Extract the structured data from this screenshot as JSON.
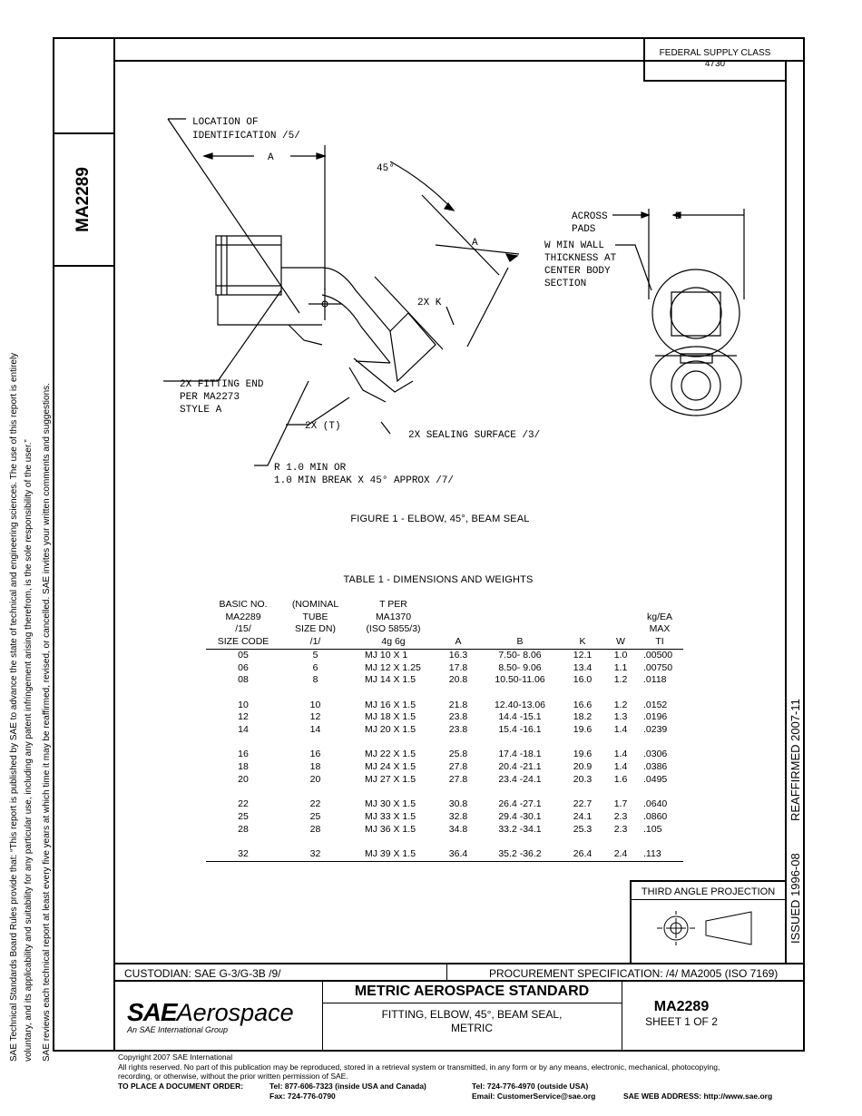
{
  "header": {
    "federal_supply_class": "FEDERAL SUPPLY CLASS",
    "fsc_number": "4730",
    "doc_number_side": "MA2289"
  },
  "disclaimer": {
    "line1": "SAE Technical Standards Board Rules provide that: “This report is published by SAE to advance the state of technical and engineering sciences. The use of this report is entirely",
    "line2": "voluntary, and its applicability and suitability for any particular use, including any patent infringement arising therefrom, is the sole responsibility of the user.”",
    "line3": "SAE reviews each technical report at least every five years at which time it may be reaffirmed, revised, or cancelled. SAE invites your written comments and suggestions."
  },
  "right_margin": {
    "issued": "ISSUED 1996-08",
    "reaffirmed": "REAFFIRMED 2007-11"
  },
  "figure": {
    "caption": "FIGURE 1 - ELBOW, 45°, BEAM SEAL",
    "callouts": {
      "location_1": "LOCATION OF",
      "location_2": "IDENTIFICATION /5/",
      "dim_a": "A",
      "angle": "45°",
      "dim_a2": "A",
      "two_x_k": "2X K",
      "across_1": "ACROSS",
      "across_2": "PADS",
      "dim_b": "B",
      "wall_1": "W MIN WALL",
      "wall_2": "THICKNESS AT",
      "wall_3": "CENTER BODY",
      "wall_4": "SECTION",
      "fitting_1": "2X FITTING END",
      "fitting_2": "PER MA2273",
      "fitting_3": "STYLE A",
      "two_x_t": "2X (T)",
      "sealing": "2X SEALING SURFACE /3/",
      "radius_1": "R 1.0 MIN OR",
      "radius_2": "1.0 MIN BREAK X 45° APPROX /7/"
    }
  },
  "table": {
    "caption": "TABLE 1 - DIMENSIONS AND WEIGHTS",
    "headers": {
      "basic_1": "BASIC NO.",
      "basic_2": "MA2289",
      "basic_3": "/15/",
      "basic_4": "SIZE CODE",
      "nom_1": "(NOMINAL",
      "nom_2": "TUBE",
      "nom_3": "SIZE DN)",
      "nom_4": "/1/",
      "t_1": "T PER",
      "t_2": "MA1370",
      "t_3": "(ISO 5855/3)",
      "t_4": "4g 6g",
      "a": "A",
      "b": "B",
      "k": "K",
      "w": "W",
      "kg_1": "kg/EA",
      "kg_2": "MAX",
      "kg_3": "TI"
    },
    "groups": [
      [
        [
          "05",
          "5",
          "MJ 10 X 1",
          "16.3",
          "7.50- 8.06",
          "12.1",
          "1.0",
          ".00500"
        ],
        [
          "06",
          "6",
          "MJ 12 X 1.25",
          "17.8",
          "8.50- 9.06",
          "13.4",
          "1.1",
          ".00750"
        ],
        [
          "08",
          "8",
          "MJ 14 X 1.5",
          "20.8",
          "10.50-11.06",
          "16.0",
          "1.2",
          ".0118"
        ]
      ],
      [
        [
          "10",
          "10",
          "MJ 16 X 1.5",
          "21.8",
          "12.40-13.06",
          "16.6",
          "1.2",
          ".0152"
        ],
        [
          "12",
          "12",
          "MJ 18 X 1.5",
          "23.8",
          "14.4 -15.1",
          "18.2",
          "1.3",
          ".0196"
        ],
        [
          "14",
          "14",
          "MJ 20 X 1.5",
          "23.8",
          "15.4 -16.1",
          "19.6",
          "1.4",
          ".0239"
        ]
      ],
      [
        [
          "16",
          "16",
          "MJ 22 X 1.5",
          "25.8",
          "17.4 -18.1",
          "19.6",
          "1.4",
          ".0306"
        ],
        [
          "18",
          "18",
          "MJ 24 X 1.5",
          "27.8",
          "20.4 -21.1",
          "20.9",
          "1.4",
          ".0386"
        ],
        [
          "20",
          "20",
          "MJ 27 X 1.5",
          "27.8",
          "23.4 -24.1",
          "20.3",
          "1.6",
          ".0495"
        ]
      ],
      [
        [
          "22",
          "22",
          "MJ 30 X 1.5",
          "30.8",
          "26.4 -27.1",
          "22.7",
          "1.7",
          ".0640"
        ],
        [
          "25",
          "25",
          "MJ 33 X 1.5",
          "32.8",
          "29.4 -30.1",
          "24.1",
          "2.3",
          ".0860"
        ],
        [
          "28",
          "28",
          "MJ 36 X 1.5",
          "34.8",
          "33.2 -34.1",
          "25.3",
          "2.3",
          ".105"
        ]
      ],
      [
        [
          "32",
          "32",
          "MJ 39 X 1.5",
          "36.4",
          "35.2 -36.2",
          "26.4",
          "2.4",
          ".113"
        ]
      ]
    ]
  },
  "projection": {
    "title": "THIRD ANGLE PROJECTION"
  },
  "title_block": {
    "custodian": "CUSTODIAN:  SAE G-3/G-3B /9/",
    "procurement": "PROCUREMENT SPECIFICATION:  /4/ MA2005 (ISO 7169)",
    "standard_title": "METRIC AEROSPACE STANDARD",
    "part_desc_1": "FITTING, ELBOW, 45°, BEAM SEAL,",
    "part_desc_2": "METRIC",
    "doc_number": "MA2289",
    "sheet": "SHEET 1 OF 2",
    "logo_sae": "SAE",
    "logo_aero": "Aerospace",
    "logo_sub": "An SAE International Group"
  },
  "footer": {
    "copyright": "Copyright 2007 SAE International",
    "rights_1": "All rights reserved. No part of this publication may be reproduced, stored in a retrieval system or transmitted, in any form or by any means, electronic, mechanical, photocopying,",
    "rights_2": "recording, or otherwise, without the prior written permission of SAE.",
    "order_label": "TO PLACE A DOCUMENT ORDER:",
    "tel1": "Tel: 877-606-7323 (inside USA and Canada)",
    "tel2": "Tel: 724-776-4970 (outside USA)",
    "fax": "Fax: 724-776-0790",
    "email": "Email:  CustomerService@sae.org",
    "web": "SAE WEB ADDRESS: http://www.sae.org"
  }
}
